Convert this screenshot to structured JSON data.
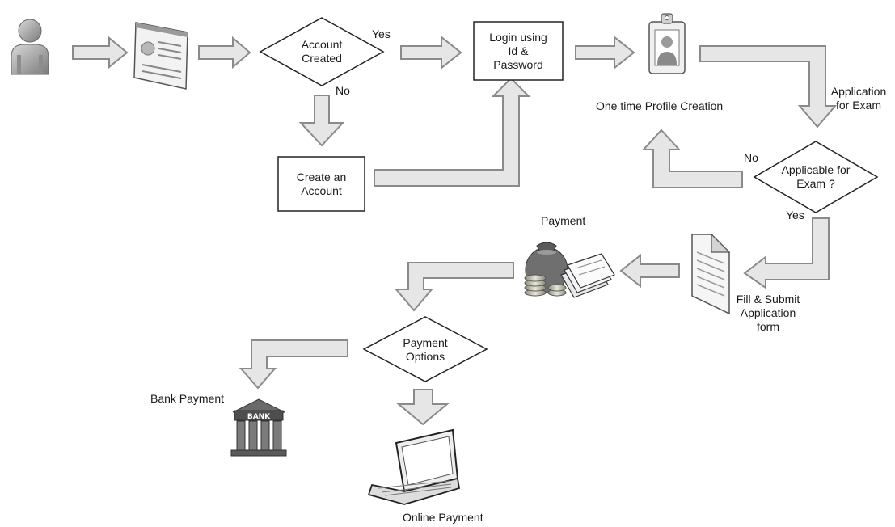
{
  "nodes": {
    "account_created": [
      "Account",
      "Created"
    ],
    "login": [
      "Login using",
      "Id &",
      "Password"
    ],
    "profile": "One time Profile Creation",
    "create_account": [
      "Create an",
      "Account"
    ],
    "application_for_exam": [
      "Application",
      "for Exam"
    ],
    "applicable": [
      "Applicable for",
      "Exam ?"
    ],
    "fill_submit": [
      "Fill & Submit",
      "Application",
      "form"
    ],
    "payment": "Payment",
    "payment_options": [
      "Payment",
      "Options"
    ],
    "bank_payment": "Bank Payment",
    "online_payment": "Online Payment",
    "bank_sign": "BANK"
  },
  "edges": {
    "yes_1": "Yes",
    "no_1": "No",
    "no_2": "No",
    "yes_2": "Yes"
  },
  "icons": {
    "user": "user-icon",
    "form": "web-form-icon",
    "id_badge": "id-badge-icon",
    "document": "document-icon",
    "money": "money-bag-icon",
    "bank": "bank-building-icon",
    "laptop": "laptop-icon"
  },
  "colors": {
    "arrow_fill": "#e6e6e6",
    "arrow_stroke": "#8a8a8a",
    "shape_stroke": "#222222",
    "text": "#1a1a1a"
  }
}
